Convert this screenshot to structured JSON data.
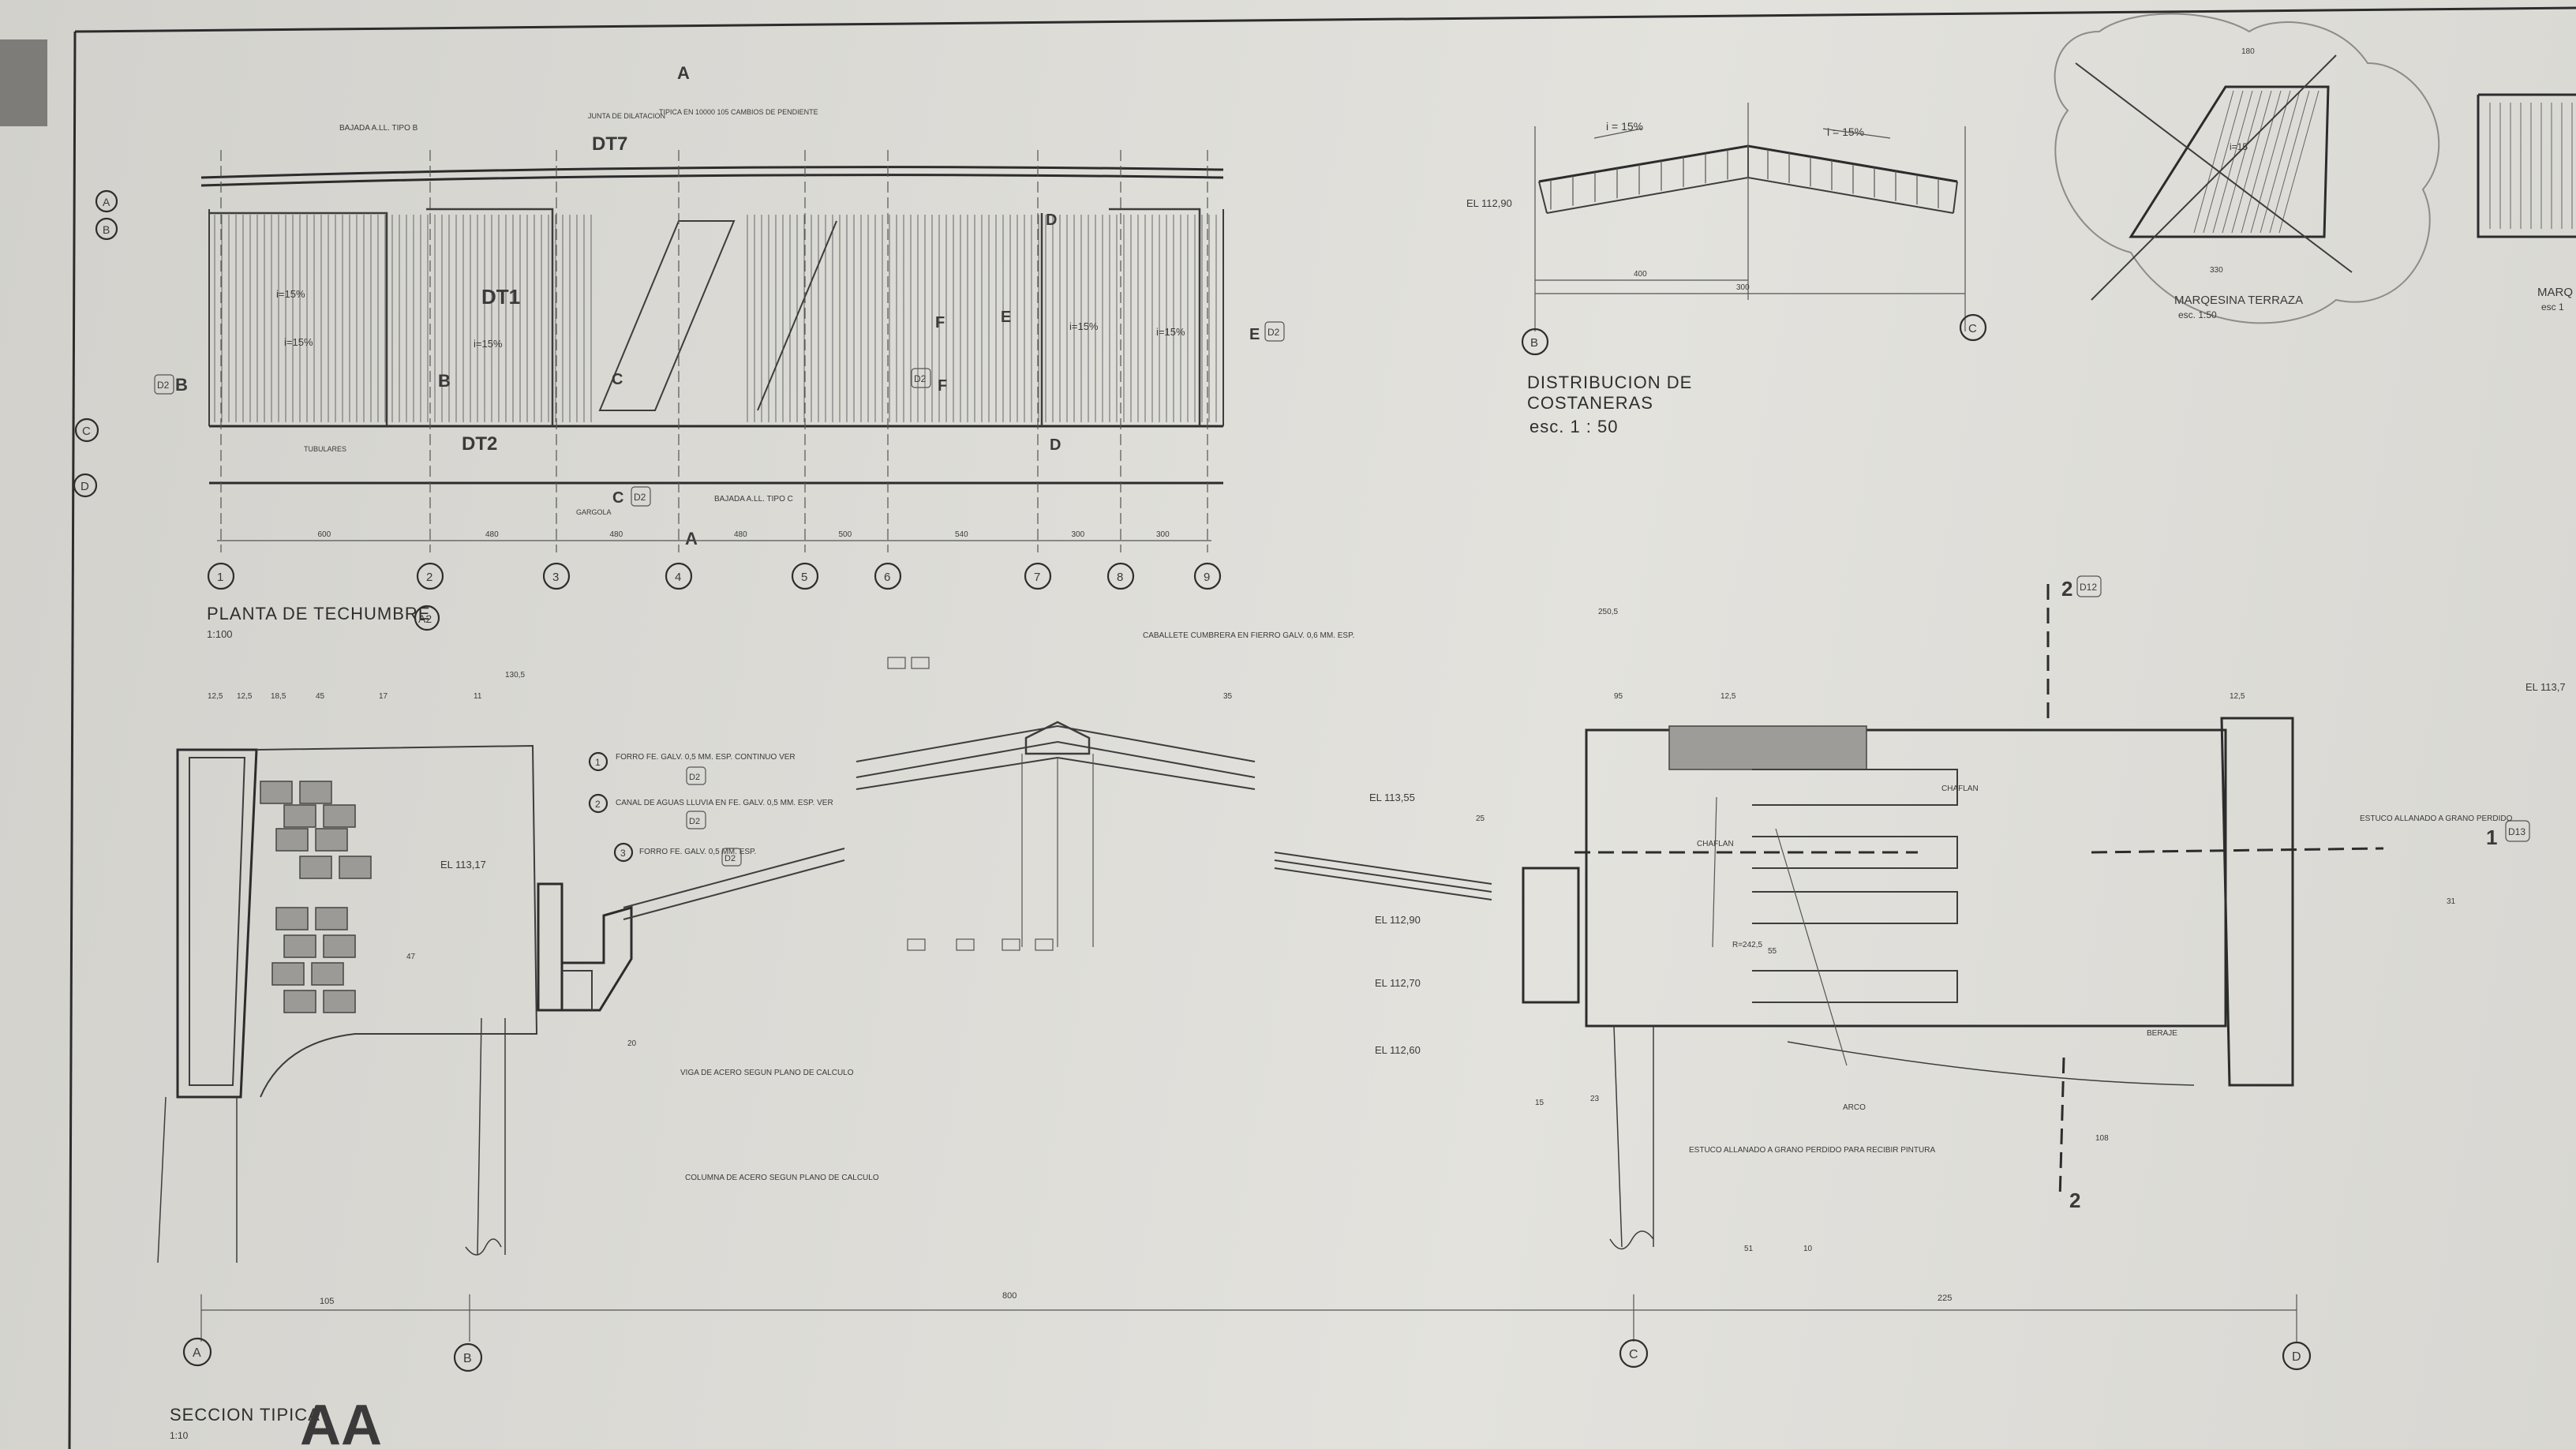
{
  "plan": {
    "title": "PLANTA DE TECHUMBRE",
    "ref": "A2",
    "scale": "1:100",
    "grid_columns": [
      "1",
      "2",
      "3",
      "4",
      "5",
      "6",
      "7",
      "8",
      "9"
    ],
    "grid_rows": [
      "A",
      "B",
      "C",
      "D"
    ],
    "zones": [
      "DT7",
      "DT1",
      "DT2"
    ],
    "slope_labels": [
      "i=15%",
      "i=15%",
      "i=15%",
      "i=15%",
      "i=15%"
    ],
    "dims": [
      "600",
      "480",
      "480",
      "480",
      "500",
      "540",
      "300",
      "300"
    ],
    "notes": [
      "BAJADA A.LL. TIPO B",
      "JUNTA DE DILATACION",
      "TIPICA EN 10000 105 CAMBIOS DE PENDIENTE",
      "BAJADA A.LL. TIPO C",
      "GARGOLA",
      "TUBULARES"
    ],
    "section_marks": [
      "A",
      "A",
      "B",
      "B",
      "C",
      "C",
      "D",
      "D",
      "E",
      "E",
      "F",
      "F"
    ],
    "detail_refs": [
      "D2",
      "D2",
      "D2",
      "D2"
    ]
  },
  "costaneras": {
    "title_line1": "DISTRIBUCION DE",
    "title_line2": "COSTANERAS",
    "scale": "esc. 1 : 50",
    "slope_left": "i = 15%",
    "slope_right": "i = 15%",
    "elevation": "EL 112,90",
    "dims": [
      "400",
      "300"
    ],
    "axis": [
      "B",
      "C"
    ]
  },
  "terraza": {
    "title": "MARQESINA TERRAZA",
    "scale": "esc. 1:50",
    "dims": [
      "180",
      "330"
    ],
    "slope": "i=15"
  },
  "edge_label": {
    "line1": "MARQ",
    "line2": "esc 1"
  },
  "section": {
    "title": "SECCION TIPICA",
    "big": "AA",
    "scale": "1:10",
    "axes": [
      "A",
      "B",
      "C",
      "D"
    ],
    "dims_bottom": [
      "105",
      "800",
      "225"
    ],
    "elevations": [
      "EL 113,17",
      "EL 113,55",
      "EL 112,90",
      "EL 112,70",
      "EL 112,60",
      "EL 113,7"
    ],
    "callouts": [
      {
        "num": "1",
        "text": "FORRO FE. GALV. 0,5 MM. ESP. CONTINUO VER",
        "ref": "D2"
      },
      {
        "num": "2",
        "text": "CANAL DE AGUAS LLUVIA EN FE. GALV. 0,5 MM. ESP. VER",
        "ref": "D2"
      },
      {
        "num": "3",
        "text": "FORRO FE. GALV. 0,5 MM. ESP.",
        "ref": "D2"
      }
    ],
    "notes": [
      "VIGA DE ACERO SEGUN PLANO DE CALCULO",
      "COLUMNA DE ACERO SEGUN PLANO DE CALCULO",
      "CABALLETE CUMBRERA EN FIERRO GALV. 0,6 MM. ESP.",
      "ESTUCO ALLANADO A GRANO PERDIDO PARA RECIBIR PINTURA",
      "ESTUCO ALLANADO A GRANO PERDIDO",
      "CHAFLAN",
      "CHAFLAN",
      "BERAJE",
      "ARCO"
    ],
    "section_marks": [
      "2",
      "2",
      "1"
    ],
    "detail_refs": [
      "D12",
      "D13"
    ],
    "dims_top": [
      "12,5",
      "12,5",
      "18,5",
      "45",
      "17",
      "11",
      "130,5",
      "250,5",
      "35",
      "95",
      "12,5",
      "12,5"
    ],
    "dims_misc": [
      "47",
      "55",
      "23",
      "15",
      "20",
      "25",
      "108",
      "51",
      "10",
      "R=242,5",
      "31"
    ]
  }
}
